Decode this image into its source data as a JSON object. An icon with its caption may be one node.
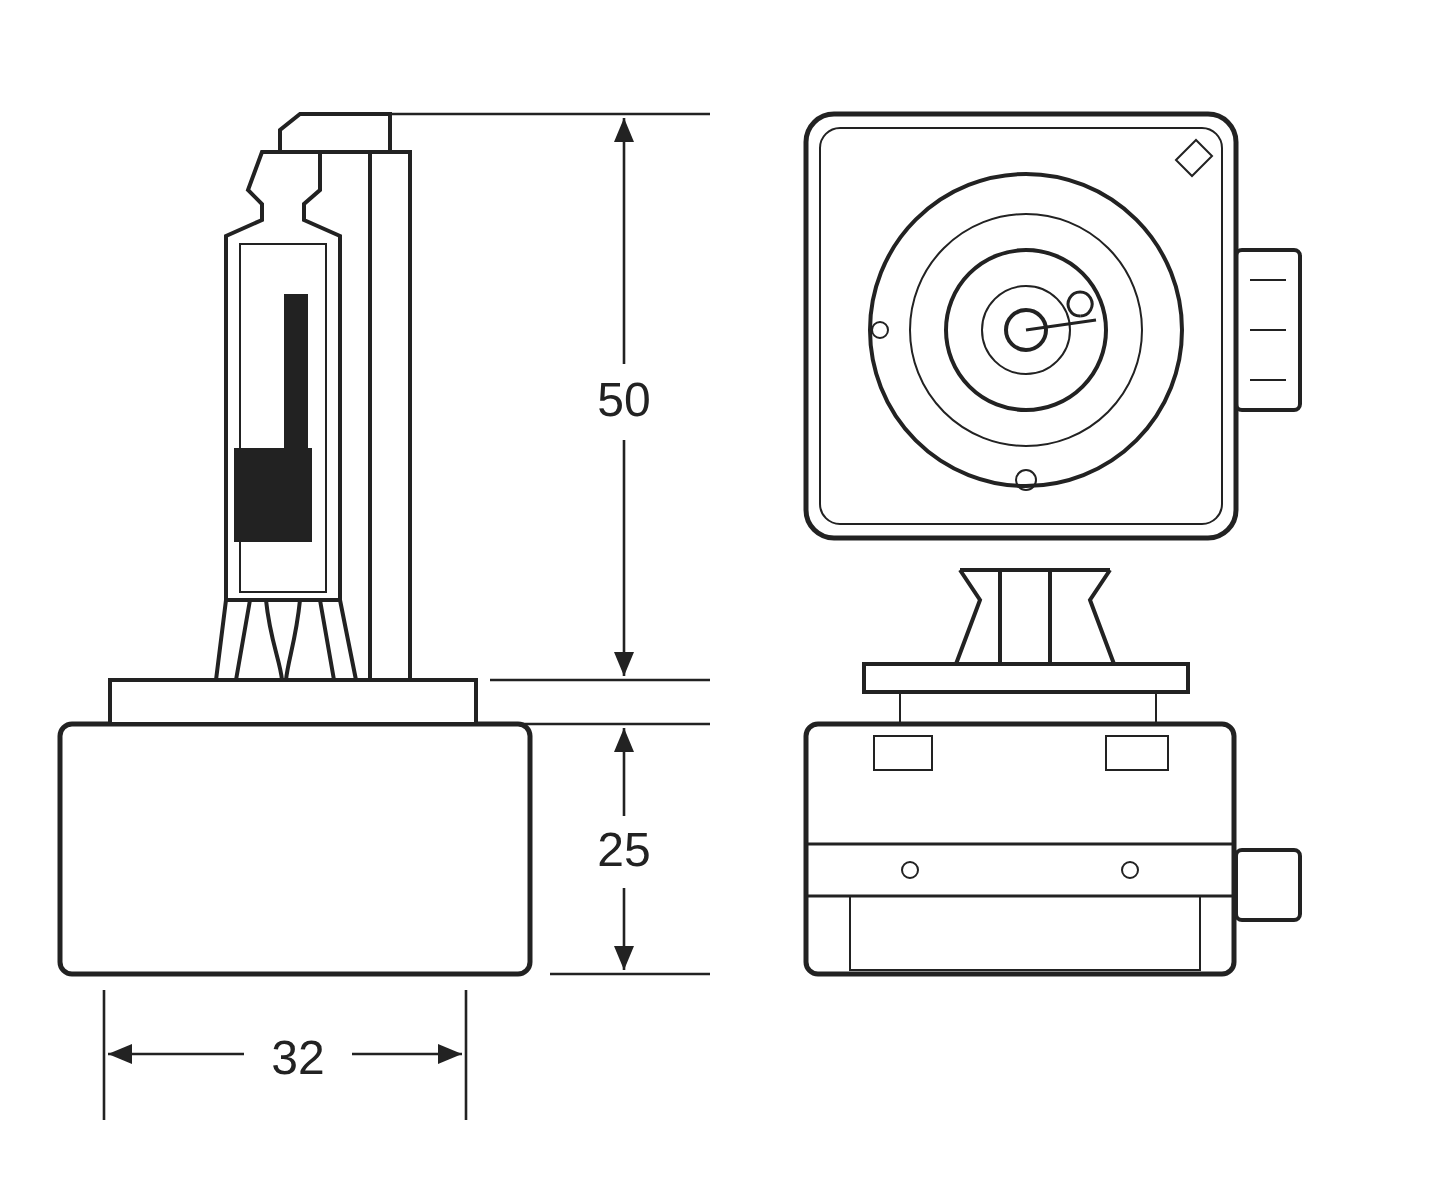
{
  "diagram": {
    "labels": [
      "50",
      "25",
      "32"
    ]
  }
}
